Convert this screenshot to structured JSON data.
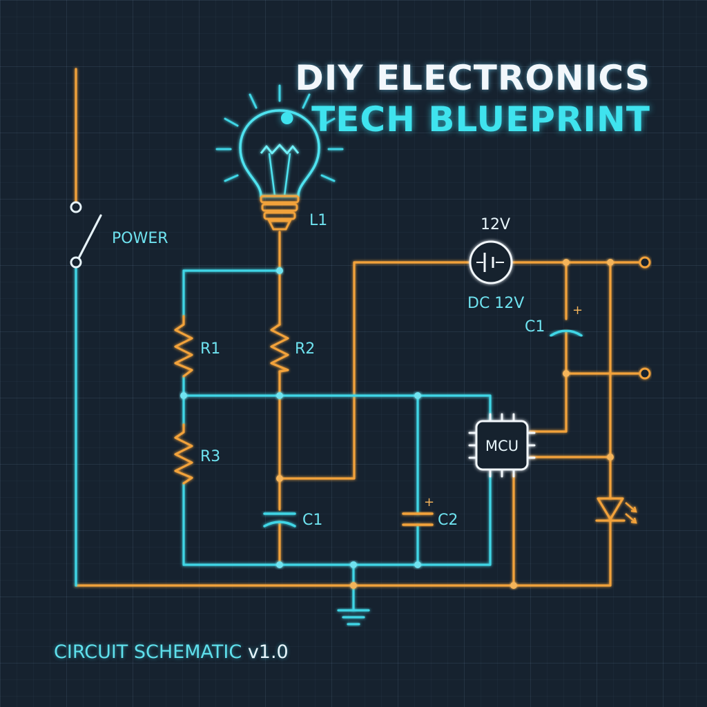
{
  "title": {
    "line1": "DIY ELECTRONICS",
    "line2": "• TECH BLUEPRINT"
  },
  "footer": {
    "text": "CIRCUIT SCHEMATIC ",
    "version": "v1.0"
  },
  "labels": {
    "power": "POWER",
    "lamp": "L1",
    "battery_top": "12V",
    "battery_bottom": "DC 12V",
    "r1": "R1",
    "r2": "R2",
    "r3": "R3",
    "c1_left": "C1",
    "c2": "C2",
    "c1_right": "C1",
    "mcu": "MCU",
    "plus_c1_right": "+",
    "plus_c2": "+"
  },
  "colors": {
    "background": "#16222f",
    "cyan_trace": "#3fd6e6",
    "orange_trace": "#f2a23a",
    "title_white": "#f2f7fb",
    "title_cyan": "#3fe3ee"
  },
  "icons": {
    "lamp": "lightbulb-icon",
    "switch": "switch-icon",
    "battery": "battery-icon",
    "led": "led-icon",
    "ground": "ground-icon",
    "mcu": "chip-icon"
  }
}
